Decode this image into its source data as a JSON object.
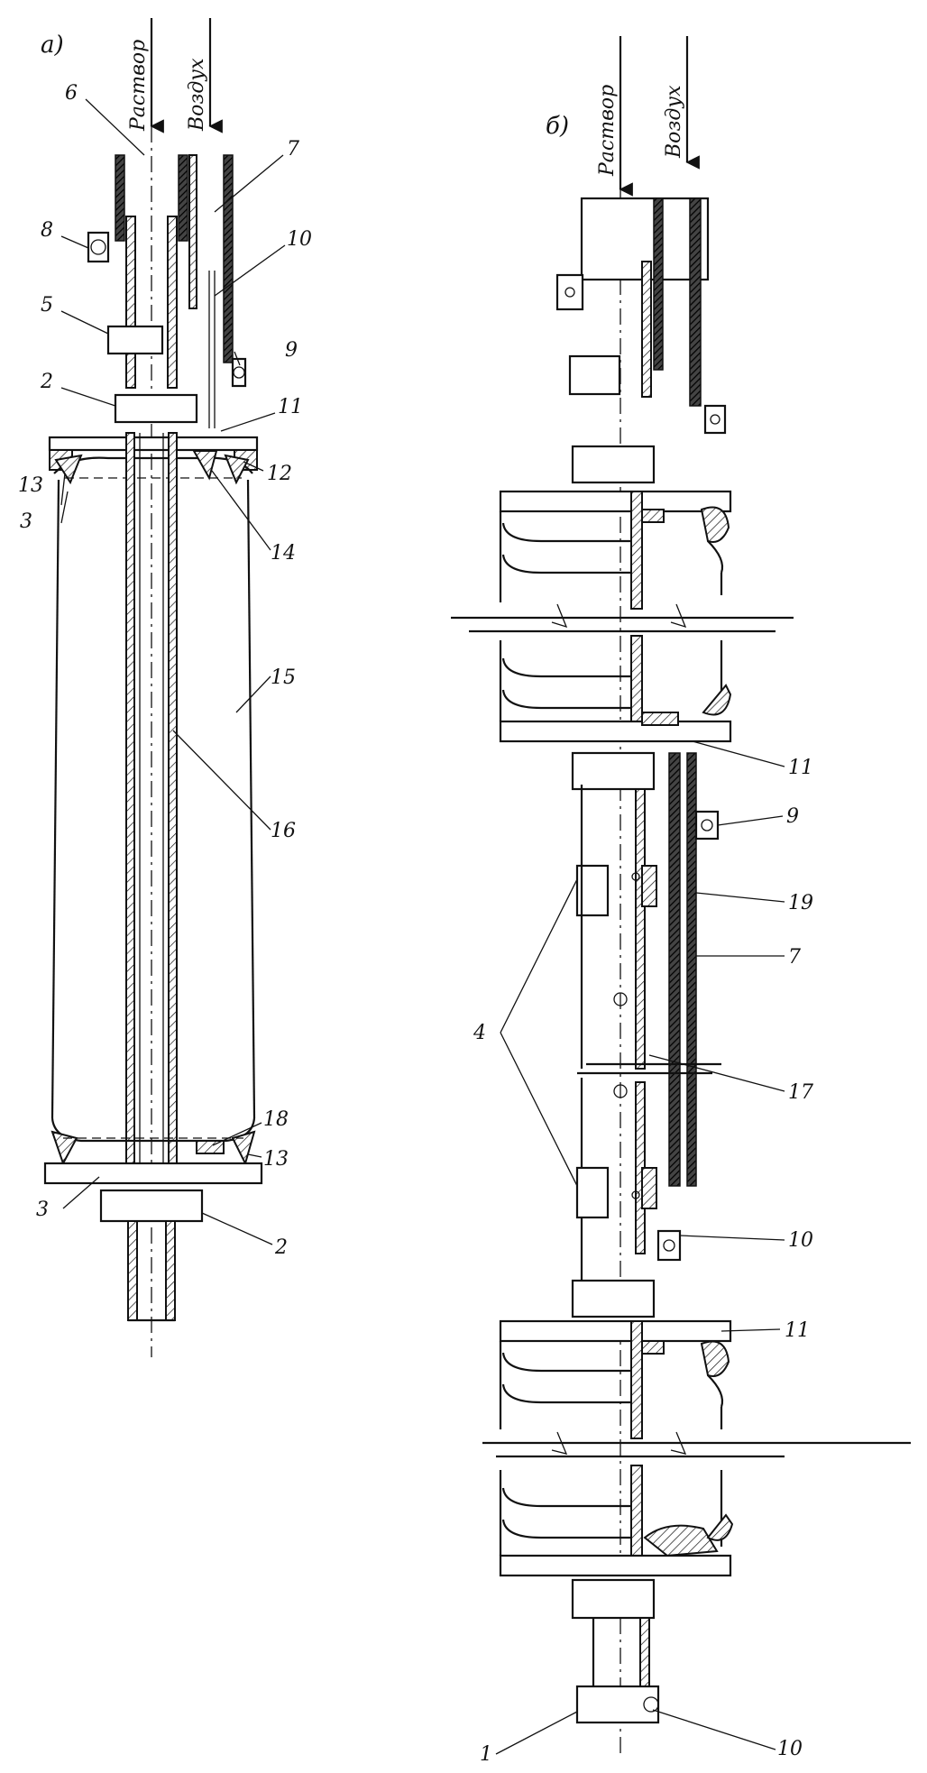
{
  "panel_a": {
    "letter": "а)",
    "flow_left": "Раствор",
    "flow_right": "Воздух",
    "callouts": [
      "6",
      "7",
      "8",
      "10",
      "5",
      "9",
      "2",
      "11",
      "12",
      "13",
      "3",
      "14",
      "15",
      "16",
      "18",
      "13",
      "3",
      "2"
    ]
  },
  "panel_b": {
    "letter": "б)",
    "flow_left": "Раствор",
    "flow_right": "Воздух",
    "callouts": [
      "11",
      "9",
      "19",
      "7",
      "4",
      "17",
      "10",
      "11",
      "1",
      "10"
    ]
  }
}
